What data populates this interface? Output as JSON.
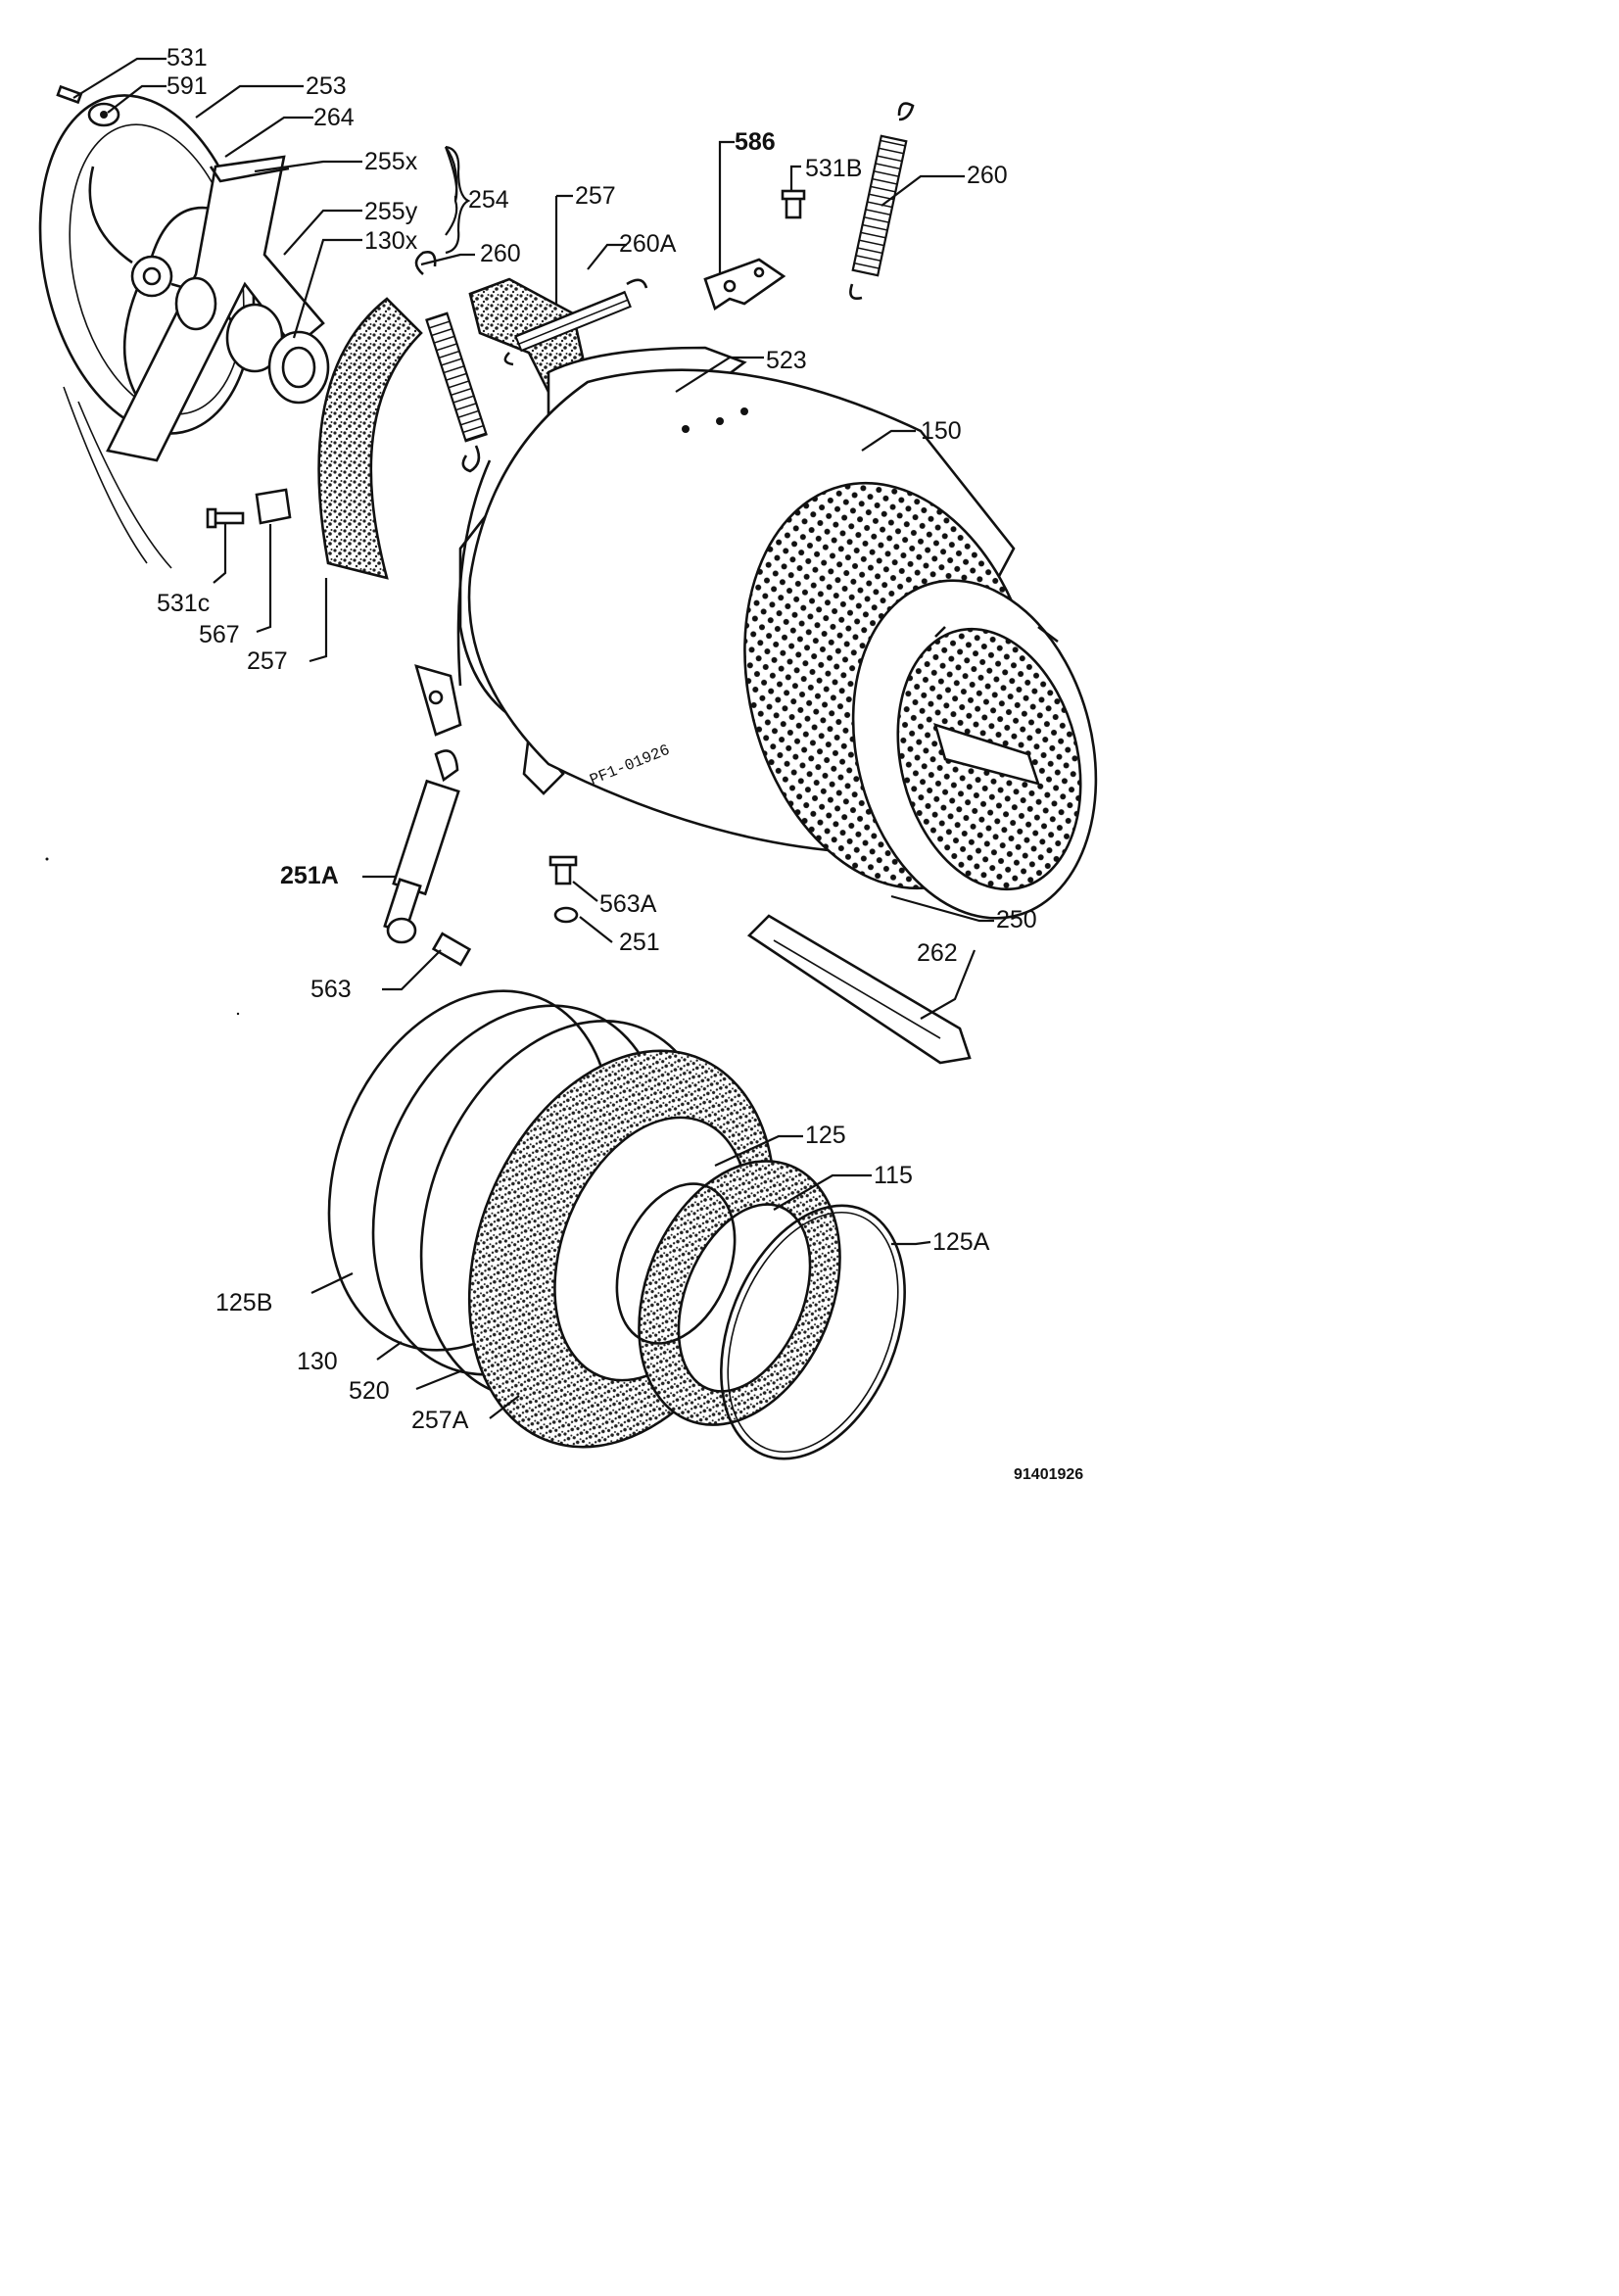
{
  "diagram_code": "91401926",
  "drum_stamp": "PF1-01926",
  "colors": {
    "ink": "#111111",
    "paper": "#ffffff",
    "foam": "#222222"
  },
  "labels": {
    "l531": "531",
    "l591": "591",
    "l253": "253",
    "l264": "264",
    "l255x": "255x",
    "l255y": "255y",
    "l130x": "130x",
    "l254": "254",
    "l257top": "257",
    "l260mid": "260",
    "l260a": "260A",
    "l586": "586",
    "l531b": "531B",
    "l260right": "260",
    "l523": "523",
    "l150": "150",
    "l531c": "531c",
    "l567": "567",
    "l257left": "257",
    "l251a": "251A",
    "l563a": "563A",
    "l251": "251",
    "l250": "250",
    "l262": "262",
    "l563": "563",
    "l125": "125",
    "l115": "115",
    "l125a": "125A",
    "l125b": "125B",
    "l130": "130",
    "l520": "520",
    "l257a": "257A"
  }
}
